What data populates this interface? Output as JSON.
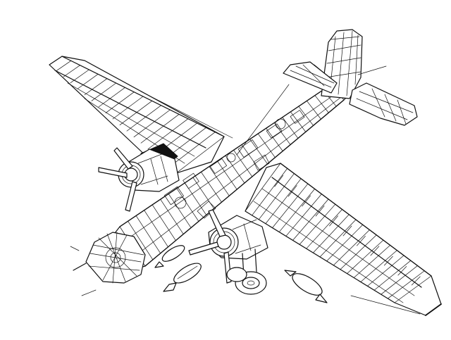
{
  "diagram": {
    "kind": "technical cutaway line drawing",
    "colors": {
      "ink": "#111111",
      "paper": "#ffffff"
    },
    "parts": [
      "left-wing",
      "right-wing",
      "fuselage",
      "glazed-nose",
      "tail-fin",
      "horizontal-stabilizer",
      "left-engine-propeller",
      "right-engine-propeller",
      "main-landing-gear",
      "bombs",
      "radio-antenna-wires"
    ]
  }
}
